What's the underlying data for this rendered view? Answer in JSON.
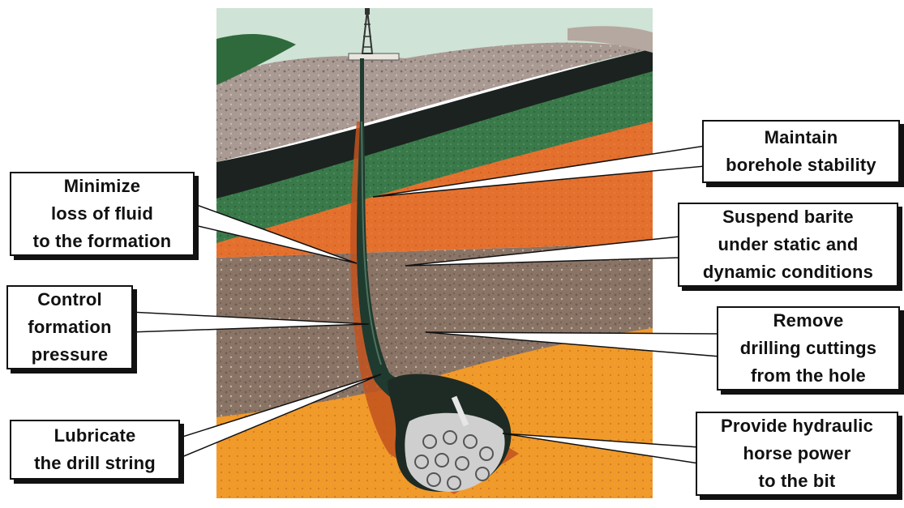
{
  "labels": {
    "maintain_stability": "Maintain\nborehole stability",
    "suspend_barite": "Suspend barite\nunder static and\ndynamic conditions",
    "remove_cuttings": "Remove\ndrilling cuttings\nfrom the hole",
    "hydraulic_power": "Provide hydraulic\nhorse power\nto the bit",
    "minimize_loss": "Minimize\nloss of fluid\nto the formation",
    "control_pressure": "Control\nformation\npressure",
    "lubricate": "Lubricate\nthe drill string"
  },
  "colors": {
    "sky": "#cfe3d6",
    "grey_strata": "#a99a94",
    "dark_band": "#1c2220",
    "green_band": "#3a7a4a",
    "orange_layer": "#e4702e",
    "gravel_layer": "#8a7466",
    "bottom_orange": "#f09a2a",
    "pipe": "#1f3a2e"
  }
}
